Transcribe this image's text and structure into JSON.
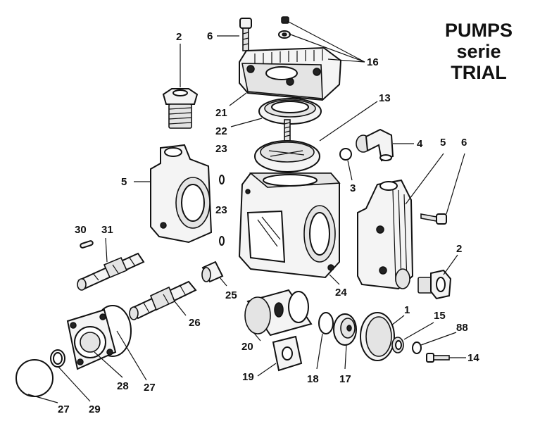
{
  "title": {
    "line1": "PUMPS",
    "line2": "serie",
    "line3": "TRIAL"
  },
  "labels": {
    "l2a": "2",
    "l6a": "6",
    "l16": "16",
    "l21": "21",
    "l22": "22",
    "l13": "13",
    "l23a": "23",
    "l23b": "23",
    "l5a": "5",
    "l4": "4",
    "l5b": "5",
    "l6b": "6",
    "l3": "3",
    "l30": "30",
    "l31": "31",
    "l25": "25",
    "l24": "24",
    "l2b": "2",
    "l26": "26",
    "l1": "1",
    "l15": "15",
    "l88": "88",
    "l20": "20",
    "l14": "14",
    "l27a": "27",
    "l28": "28",
    "l19": "19",
    "l18": "18",
    "l17": "17",
    "l27b": "27",
    "l29": "29"
  }
}
